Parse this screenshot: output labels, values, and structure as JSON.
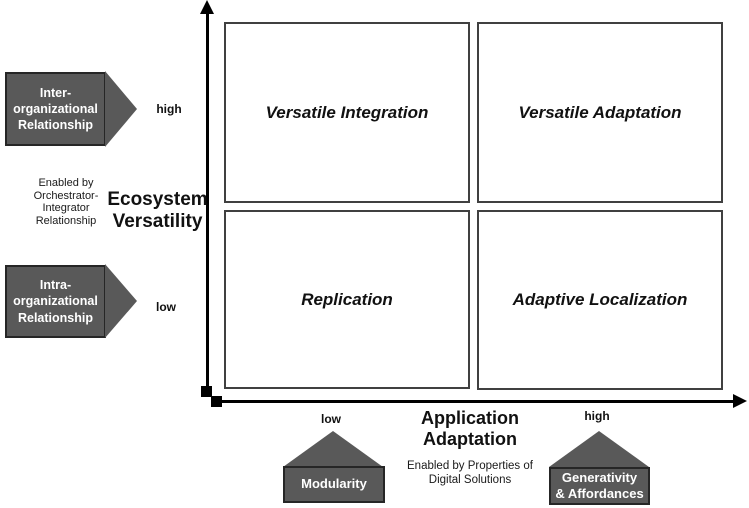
{
  "figure": {
    "quadrants": [
      {
        "name": "top-left",
        "label": "Versatile Integration"
      },
      {
        "name": "top-right",
        "label": "Versatile Adaptation"
      },
      {
        "name": "bottom-left",
        "label": "Replication"
      },
      {
        "name": "bottom-right",
        "label": "Adaptive Localization"
      }
    ],
    "y_axis": {
      "title": "Ecosystem\nVersatility",
      "high": "high",
      "low": "low",
      "enabler": "Enabled by\nOrchestrator-\nIntegrator\nRelationship",
      "factor_high": "Inter-\norganizational\nRelationship",
      "factor_low": "Intra-\norganizational\nRelationship"
    },
    "x_axis": {
      "title": "Application\nAdaptation",
      "low": "low",
      "high": "high",
      "enabler": "Enabled by Properties of\nDigital Solutions",
      "factor_low": "Modularity",
      "factor_high": "Generativity\n& Affordances"
    },
    "colors": {
      "shape_fill": "#595959",
      "shape_border": "#262626",
      "quadrant_border": "#404040",
      "axis": "#000000",
      "text_on_shape": "#ffffff",
      "text": "#1a1a1a"
    }
  }
}
